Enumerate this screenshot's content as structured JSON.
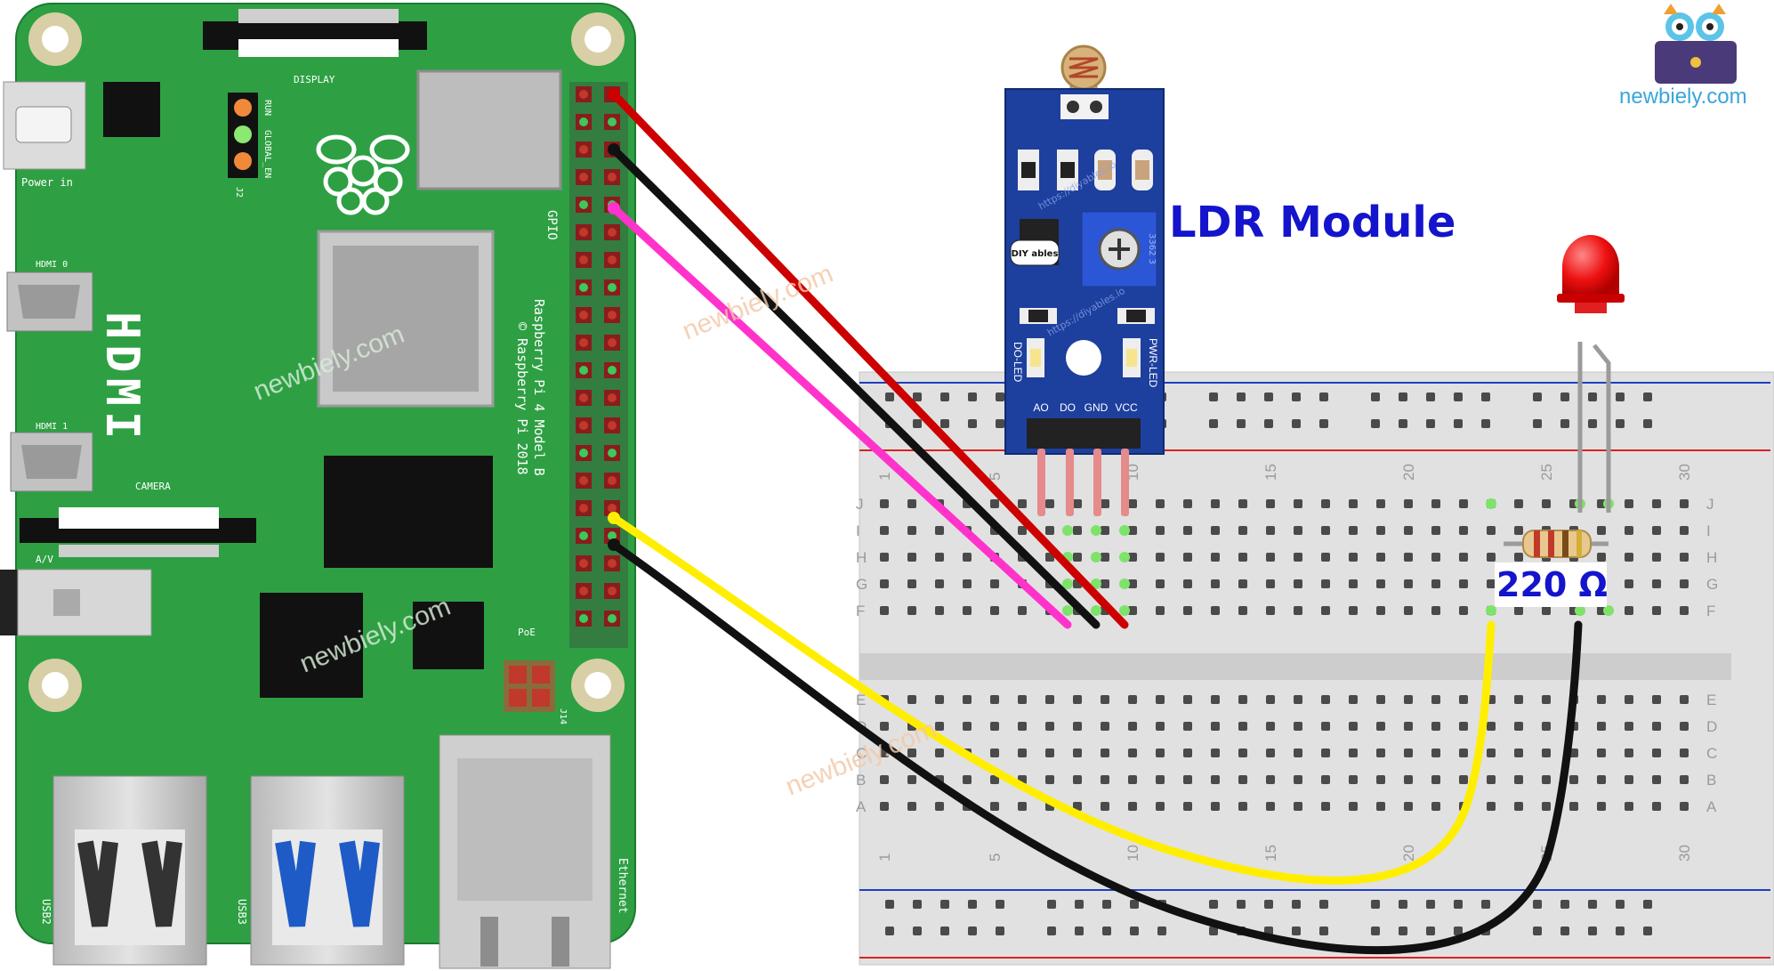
{
  "diagram": {
    "brand": "newbiely.com",
    "watermark": "newbiely.com",
    "module_title": "LDR Module",
    "resistor_label": "220 Ω",
    "module_pins": [
      "AO",
      "DO",
      "GND",
      "VCC"
    ],
    "module_leds": {
      "do": "DO-LED",
      "pwr": "PWR-LED"
    },
    "module_url": "https://diyables.io",
    "module_logo": "DIY ables",
    "pot_code": "3362 3",
    "pi": {
      "model_text_1": "Raspberry Pi 4 Model B",
      "model_text_2": "© Raspberry Pi 2018",
      "labels": {
        "display": "DISPLAY",
        "power_in": "Power in",
        "hdmi0": "HDMI 0",
        "hdmi1": "HDMI 1",
        "hdmi": "HDMI",
        "camera": "CAMERA",
        "av": "A/V",
        "gpio": "GPIO",
        "poe": "PoE",
        "run": "RUN",
        "global_en": "GLOBAL_EN",
        "j2": "J2",
        "j14": "J14",
        "usb2": "USB2",
        "usb3": "USB3",
        "ethernet": "Ethernet"
      }
    },
    "breadboard": {
      "top_rows": [
        "J",
        "I",
        "H",
        "G",
        "F"
      ],
      "bottom_rows": [
        "E",
        "D",
        "C",
        "B",
        "A"
      ],
      "column_numbers": [
        "1",
        "5",
        "10",
        "15",
        "20",
        "25",
        "30"
      ]
    },
    "colors": {
      "pcb_green": "#2ea043",
      "module_blue": "#1d3f9e",
      "wire_red": "#cc0000",
      "wire_black": "#111111",
      "wire_magenta": "#ff33cc",
      "wire_yellow": "#ffee00",
      "title_blue": "#1414cc",
      "brand_blue": "#3aa6d8",
      "watermark": "#f3c9a8"
    }
  }
}
